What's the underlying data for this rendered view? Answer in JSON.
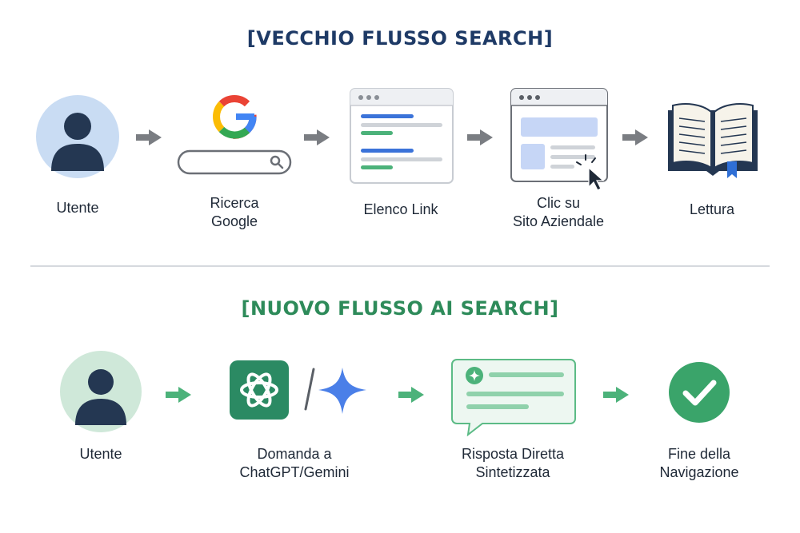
{
  "old_flow": {
    "title": "[VECCHIO FLUSSO SEARCH]",
    "steps": [
      {
        "label": "Utente",
        "icon": "user-avatar-icon"
      },
      {
        "label": "Ricerca\nGoogle",
        "icon": "google-logo-icon"
      },
      {
        "label": "Elenco Link",
        "icon": "results-page-icon"
      },
      {
        "label": "Clic su\nSito Aziendale",
        "icon": "website-click-icon"
      },
      {
        "label": "Lettura",
        "icon": "open-book-icon"
      }
    ]
  },
  "new_flow": {
    "title": "[NUOVO FLUSSO AI SEARCH]",
    "steps": [
      {
        "label": "Utente",
        "icon": "user-avatar-icon"
      },
      {
        "label": "Domanda a\nChatGPT/Gemini",
        "icon": "chatgpt-gemini-icon"
      },
      {
        "label": "Risposta Diretta\nSintetizzata",
        "icon": "chat-answer-icon"
      },
      {
        "label": "Fine della\nNavigazione",
        "icon": "checkmark-icon"
      }
    ]
  },
  "colors": {
    "old_title": "#1e3a66",
    "new_title": "#2e8b5a",
    "old_arrow": "#7a7d82",
    "new_arrow": "#4cb27a"
  }
}
